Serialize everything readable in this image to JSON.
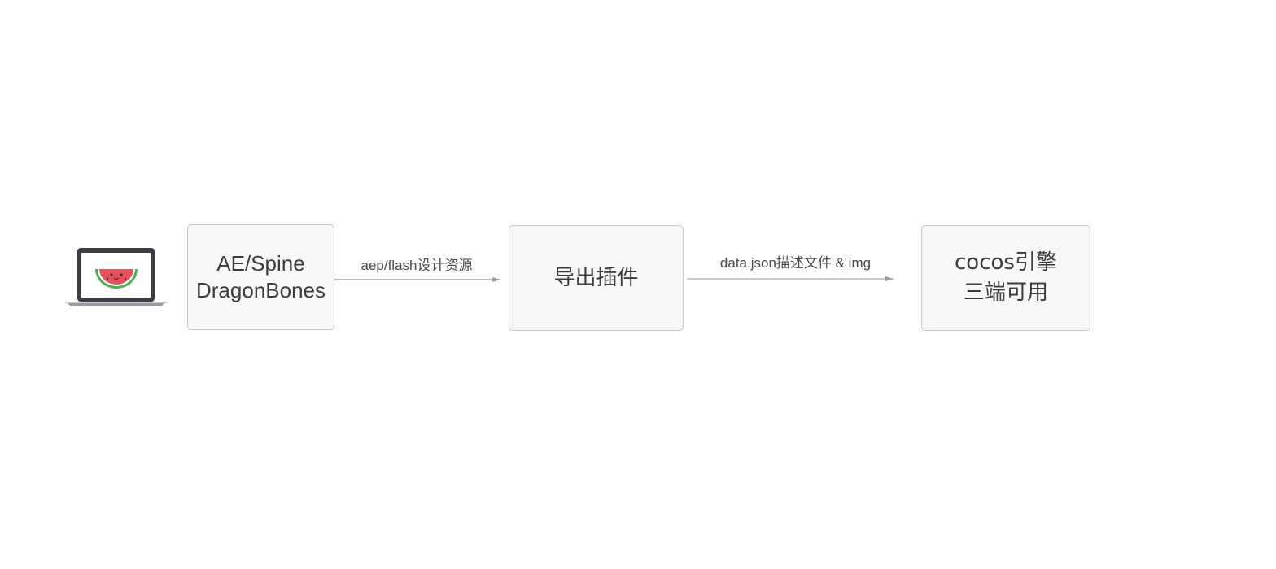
{
  "diagram": {
    "nodes": [
      {
        "id": "source-tools",
        "lines": [
          "AE/Spine",
          "DragonBones"
        ]
      },
      {
        "id": "export-plugin",
        "lines": [
          "导出插件"
        ]
      },
      {
        "id": "cocos-engine",
        "lines": [
          "cocos引擎",
          "三端可用"
        ]
      }
    ],
    "edges": [
      {
        "from": "source-tools",
        "to": "export-plugin",
        "label": "aep/flash设计资源"
      },
      {
        "from": "export-plugin",
        "to": "cocos-engine",
        "label": "data.json描述文件 & img"
      }
    ],
    "icon": "laptop-watermelon-icon",
    "colors": {
      "node_fill": "#f7f7f7",
      "node_border": "#c9c9c9",
      "edge": "#888888",
      "watermelon_flesh": "#e8505b",
      "watermelon_rind": "#4caf50"
    }
  }
}
